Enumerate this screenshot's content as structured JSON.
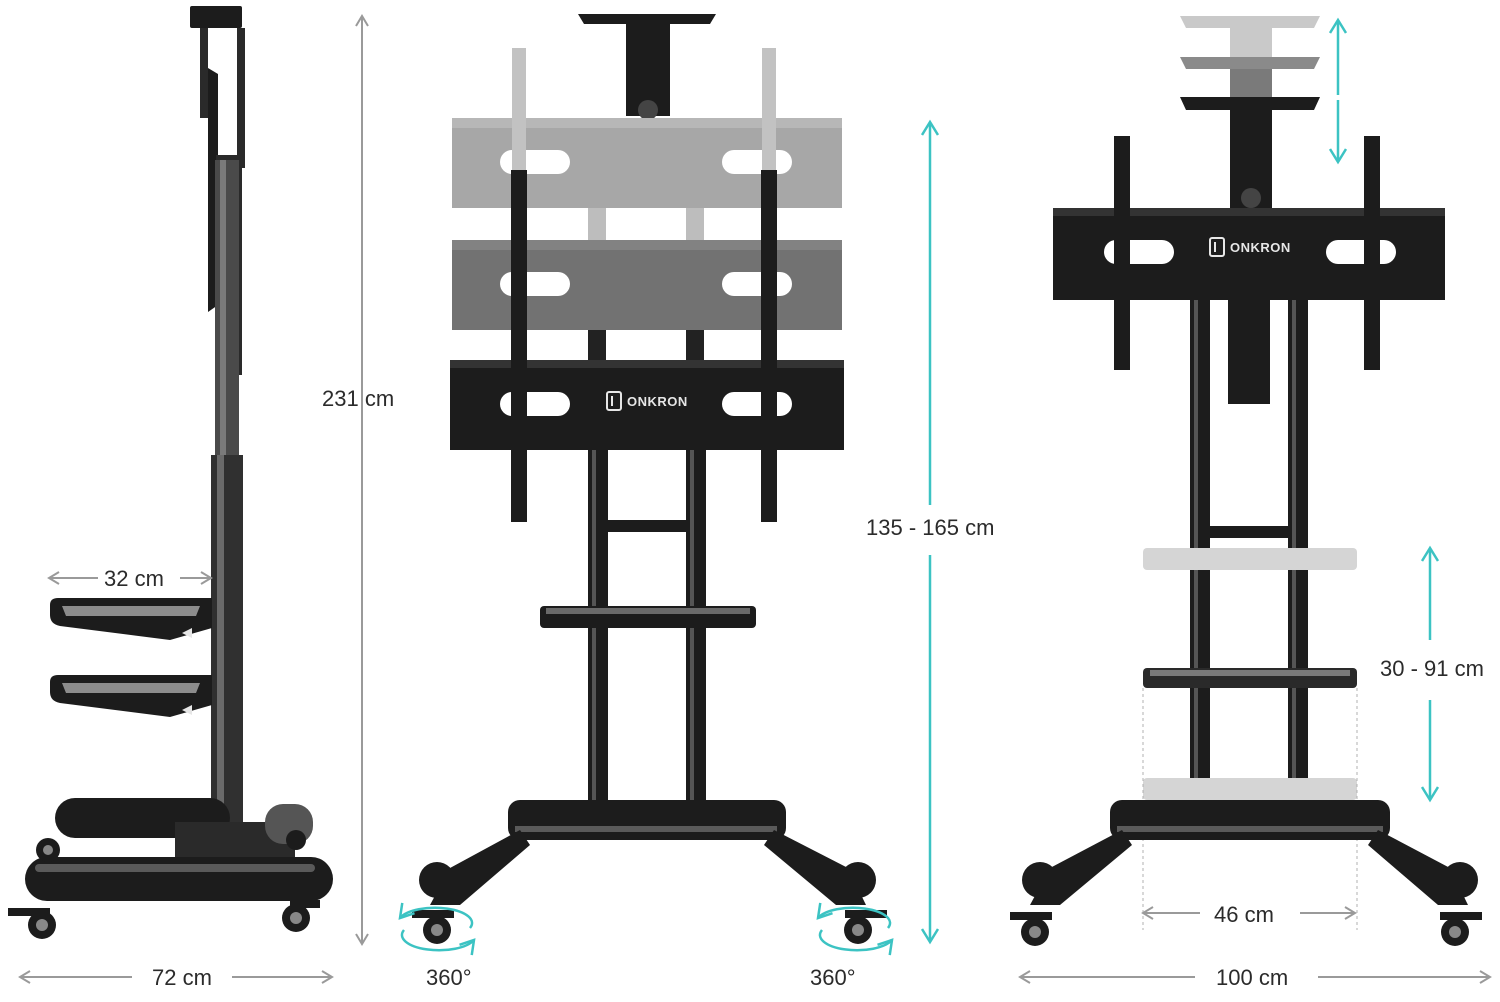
{
  "colors": {
    "accent_teal": "#3cc3c3",
    "dimension_grey": "#9a9a9a",
    "metal_dark": "#1c1c1c",
    "metal_grey": "#8c8c8c",
    "shelf_grey": "#d5d5d5",
    "label_text": "#2b2b2b"
  },
  "views": {
    "side": {
      "height_label": "231 cm",
      "shelf_depth_label": "32 cm",
      "base_width_label": "72 cm"
    },
    "front": {
      "brand": "ONKRON",
      "height_range_label": "135 - 165 cm",
      "left_wheel_label": "360°",
      "right_wheel_label": "360°"
    },
    "right": {
      "brand": "ONKRON",
      "shelf_range_label": "30 - 91 cm",
      "inner_width_label": "46 cm",
      "total_width_label": "100 cm"
    }
  },
  "icons": {
    "brand_logo": "onkron-logo-icon",
    "rotate": "rotate-360-icon"
  }
}
